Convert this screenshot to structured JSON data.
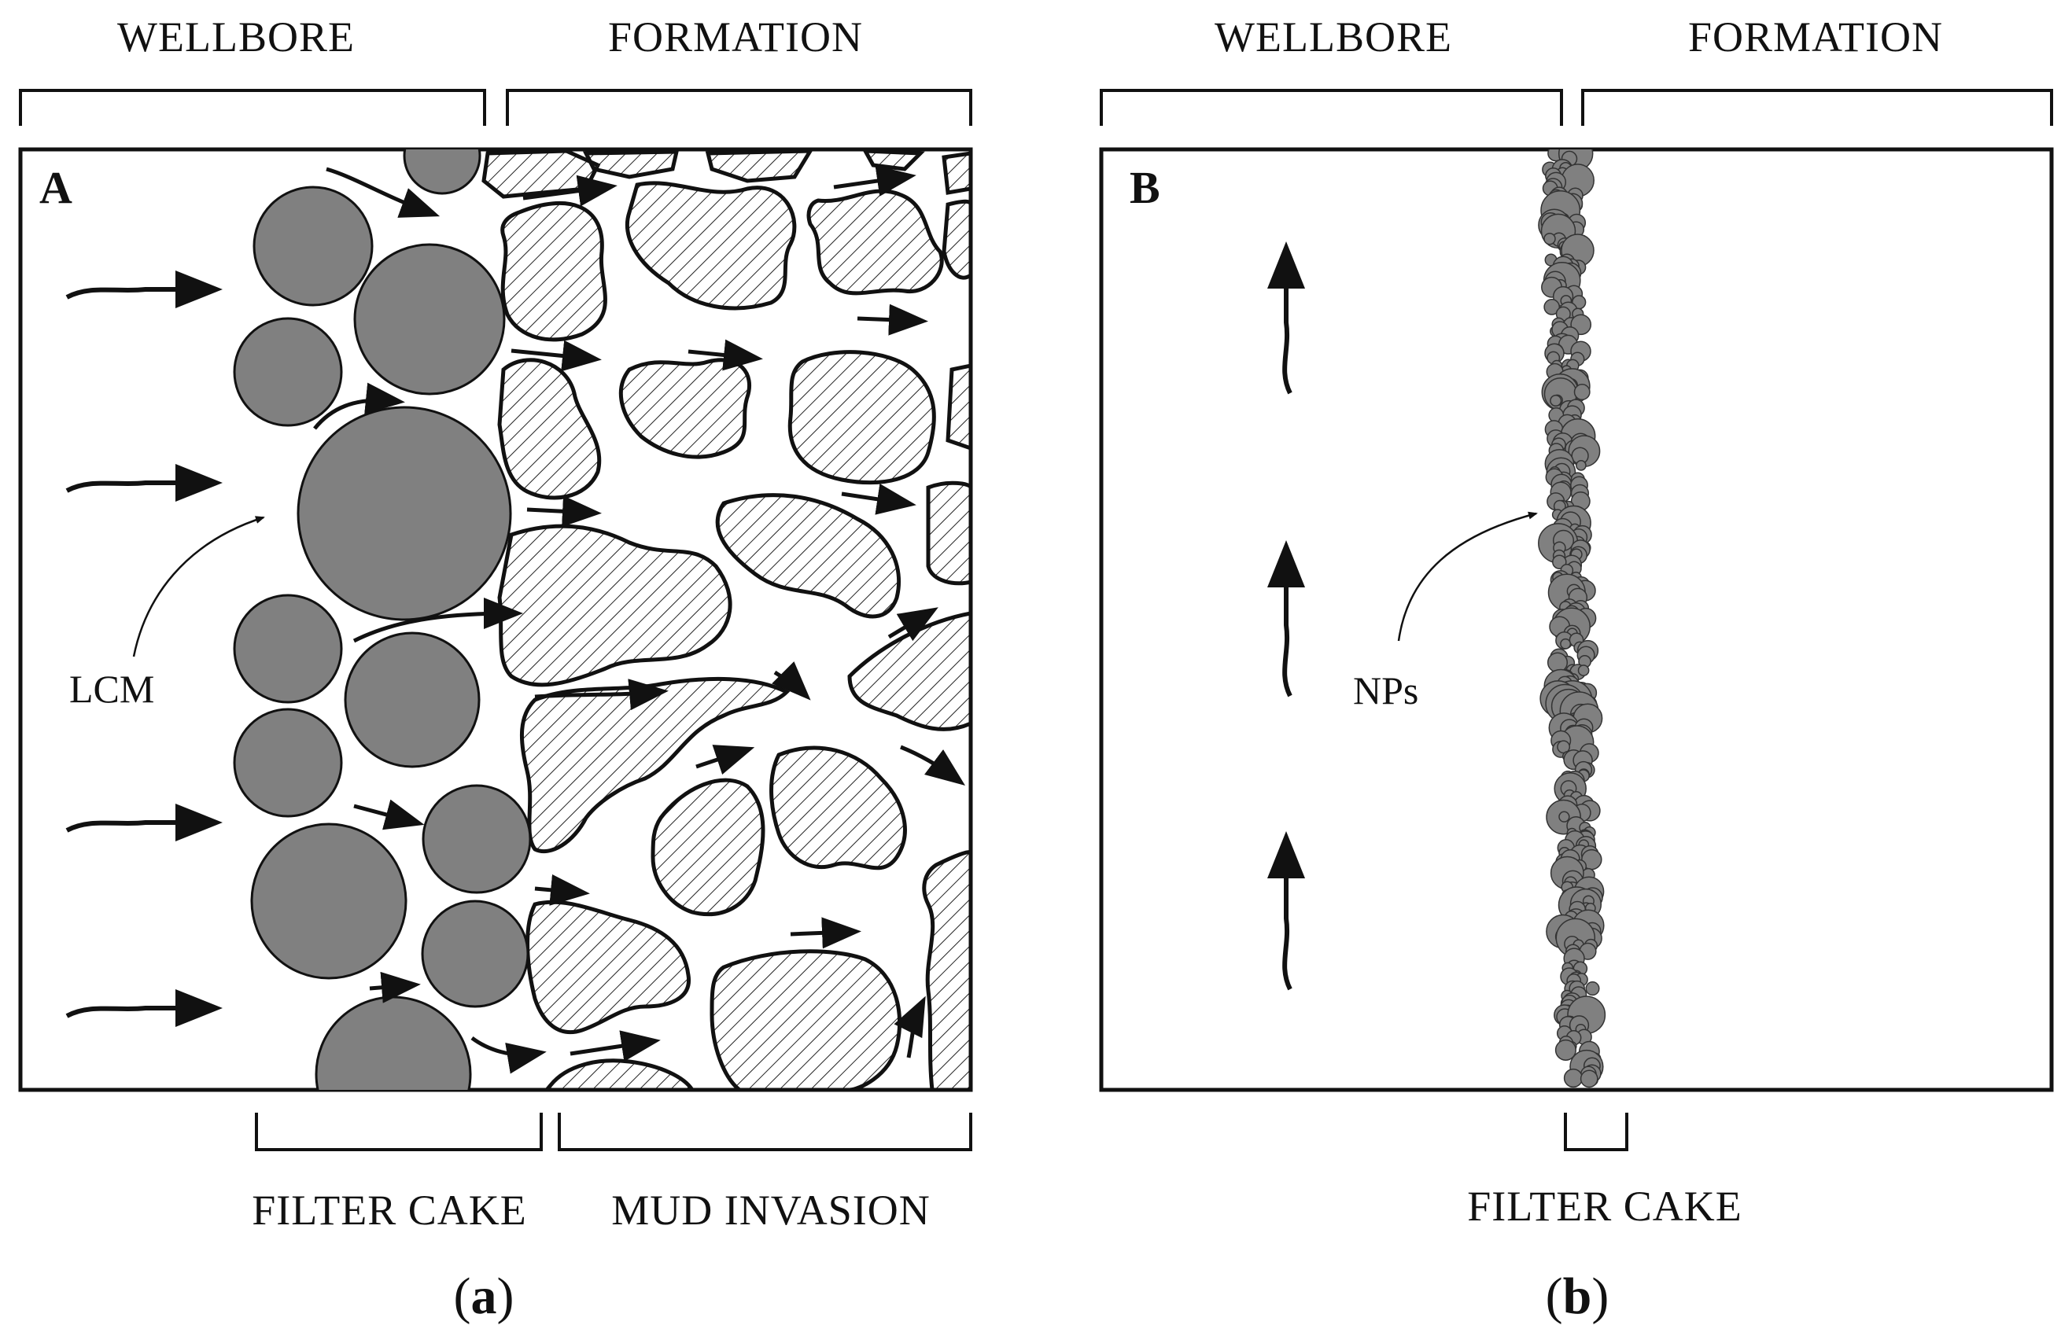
{
  "panel_a": {
    "top_left_label": "WELLBORE",
    "top_right_label": "FORMATION",
    "letter": "A",
    "annotation": "LCM",
    "bottom_left_label": "FILTER CAKE",
    "bottom_right_label": "MUD INVASION",
    "caption_open": "(",
    "caption_letter": "a",
    "caption_close": ")"
  },
  "panel_b": {
    "top_left_label": "WELLBORE",
    "top_right_label": "FORMATION",
    "letter": "B",
    "annotation": "NPs",
    "bottom_label": "FILTER CAKE",
    "caption_open": "(",
    "caption_letter": "b",
    "caption_close": ")"
  },
  "colors": {
    "particle_fill": "#808080",
    "outline": "#111111",
    "background": "#ffffff"
  }
}
